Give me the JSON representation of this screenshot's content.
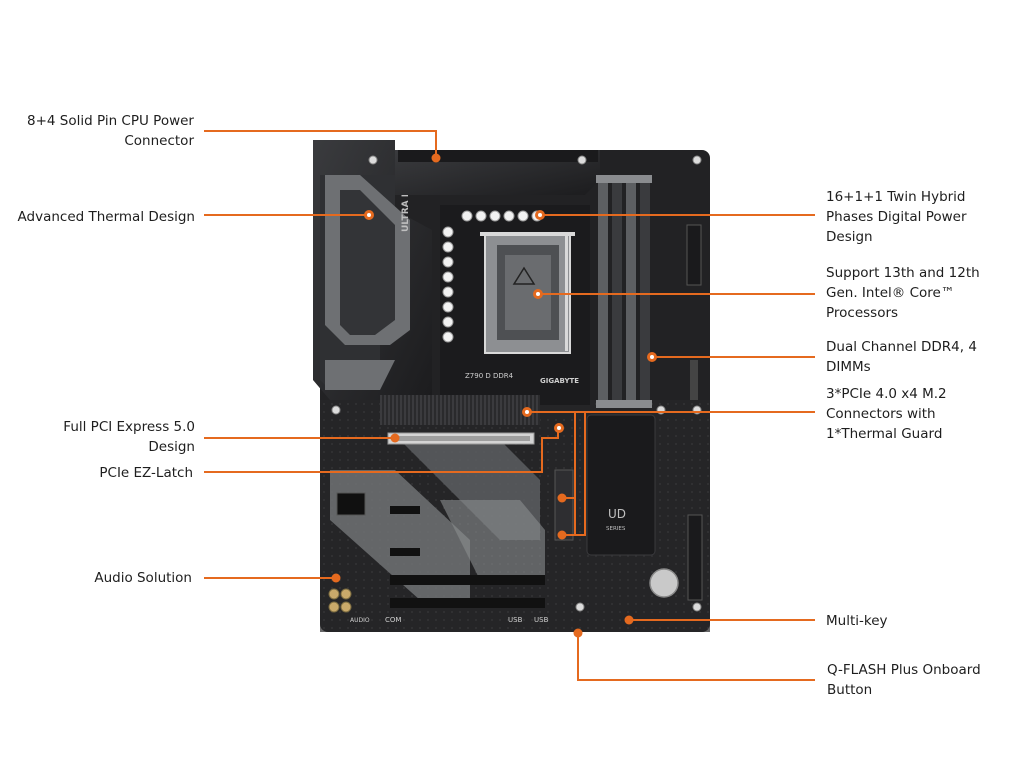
{
  "colors": {
    "leader": "#e56a1f",
    "board": "#232325",
    "heatsink": "#2c2c2e",
    "accent_grey": "#6b6d70",
    "text": "#1e1e1e"
  },
  "callouts": {
    "cpu_power": [
      "8+4 Solid Pin CPU Power",
      "Connector"
    ],
    "thermal": [
      "Advanced Thermal Design"
    ],
    "pcie5": [
      "Full PCI Express 5.0",
      "Design"
    ],
    "ez_latch": [
      "PCIe EZ-Latch"
    ],
    "audio": [
      "Audio Solution"
    ],
    "phases": [
      "16+1+1 Twin Hybrid",
      "Phases Digital Power",
      "Design"
    ],
    "cpu_support": [
      "Support 13th and 12th",
      "Gen. Intel® Core™",
      "Processors"
    ],
    "ddr4": [
      "Dual Channel DDR4, 4",
      "DIMMs"
    ],
    "m2": [
      "3*PCIe 4.0 x4 M.2",
      "Connectors with",
      "1*Thermal Guard"
    ],
    "multikey": [
      "Multi-key"
    ],
    "qflash": [
      "Q-FLASH Plus Onboard",
      "Button"
    ]
  },
  "board_text": {
    "ultra_durable": "ULTRA DURABLE",
    "brand": "GIGABYTE",
    "model": "Z790 D DDR4",
    "chipset_logo": "UD",
    "chipset_sub": "SERIES",
    "com": "COM",
    "usb1": "USB",
    "usb2": "USB",
    "audio_label": "AUDIO"
  }
}
